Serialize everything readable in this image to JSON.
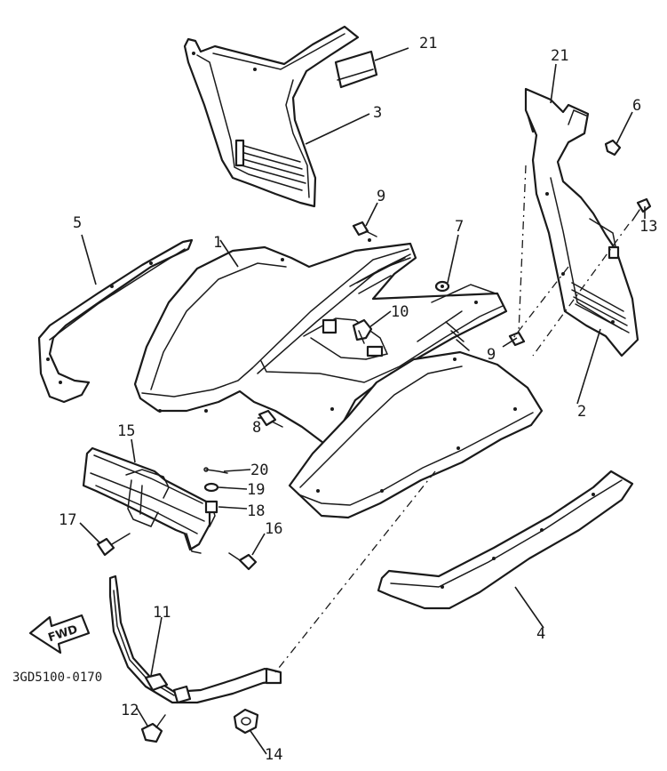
{
  "diagram_code": "3GD5100-0170",
  "direction_label": "FWD",
  "colors": {
    "ink": "#1a1a1a",
    "paper": "#ffffff"
  },
  "callouts": {
    "c1": "1",
    "c2": "2",
    "c3": "3",
    "c4": "4",
    "c5": "5",
    "c6": "6",
    "c7": "7",
    "c8": "8",
    "c9a": "9",
    "c9b": "9",
    "c10": "10",
    "c11": "11",
    "c12": "12",
    "c13": "13",
    "c14": "14",
    "c15": "15",
    "c16": "16",
    "c17": "17",
    "c18": "18",
    "c19": "19",
    "c20": "20",
    "c21a": "21",
    "c21b": "21"
  }
}
